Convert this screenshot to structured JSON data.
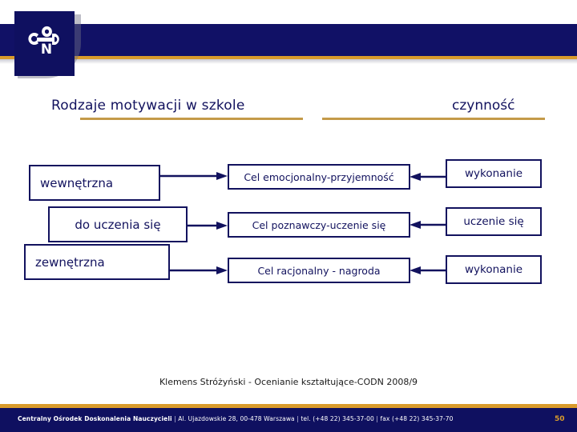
{
  "slide": {
    "logo_icon": "codn-logo-icon",
    "logo_letters": [
      "C",
      "O",
      "D",
      "N"
    ],
    "headings": {
      "left": "Rodzaje motywacji w szkole",
      "right": "czynność"
    },
    "diagram": {
      "motivation_types": [
        {
          "label": "wewnętrzna"
        },
        {
          "label": "do uczenia się"
        },
        {
          "label": "zewnętrzna"
        }
      ],
      "goals": [
        {
          "label": "Cel emocjonalny-przyjemność"
        },
        {
          "label": "Cel poznawczy-uczenie się"
        },
        {
          "label": "Cel racjonalny - nagroda"
        }
      ],
      "activities": [
        {
          "label": "wykonanie"
        },
        {
          "label": "uczenie się"
        },
        {
          "label": "wykonanie"
        }
      ]
    },
    "credit": "Klemens Stróżyński - Ocenianie kształtujące-CODN 2008/9",
    "footer": {
      "organization": "Centralny Ośrodek Doskonalenia Nauczycieli",
      "sep1": "|",
      "address": "Al. Ujazdowskie 28, 00-478 Warszawa",
      "sep2": "|",
      "phone": "tel. (+48 22) 345-37-00",
      "sep3": "|",
      "fax": "fax (+48 22) 345-37-70",
      "page_number": "50"
    },
    "colors": {
      "navy": "#12125e",
      "gold": "#d99b2b",
      "rule": "#c49a49",
      "white": "#ffffff"
    }
  }
}
